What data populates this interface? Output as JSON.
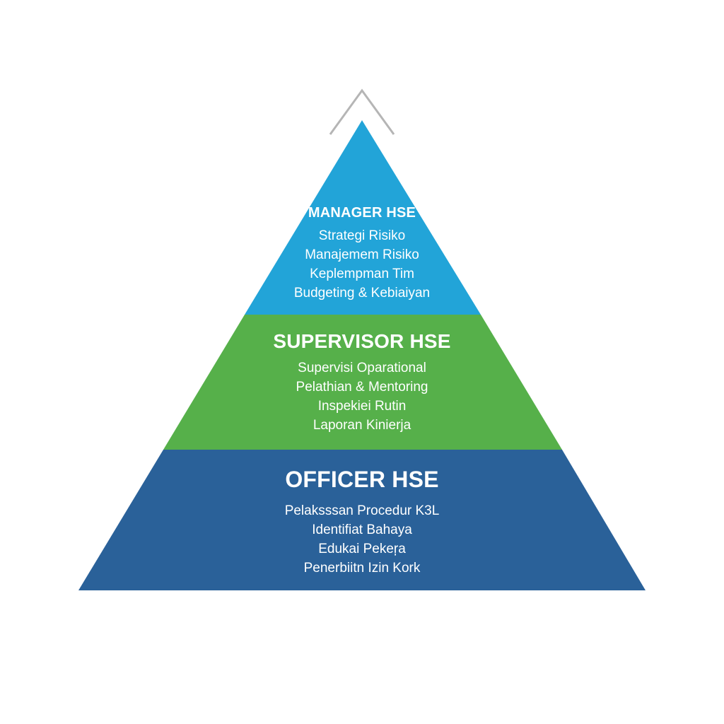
{
  "colors": {
    "top_tier": "#22A4D8",
    "middle_tier": "#56B04A",
    "bottom_tier": "#2A6199",
    "arrow": "#b5b5b5",
    "text": "#ffffff"
  },
  "tiers": [
    {
      "title": "MANAGER HSE",
      "items": [
        "Strategi Risiko",
        "Manajemem Risiko",
        "Keplempman Tim",
        "Budgeting & Kebiaiyan"
      ]
    },
    {
      "title": "SUPERVISOR HSE",
      "items": [
        "Supervisi Oparational",
        "Pelathian & Mentoring",
        "Inspekiei Rutin",
        "Laporan Kinierja"
      ]
    },
    {
      "title": "OFFICER HSE",
      "items": [
        "Pelaksssan Procedur K3L",
        "Identifiat Bahaya",
        "Edukai Pekeŗa",
        "Penerbiitn Izin Kork"
      ]
    }
  ],
  "icons": {
    "apex_arrow": "chevron-up-icon"
  }
}
